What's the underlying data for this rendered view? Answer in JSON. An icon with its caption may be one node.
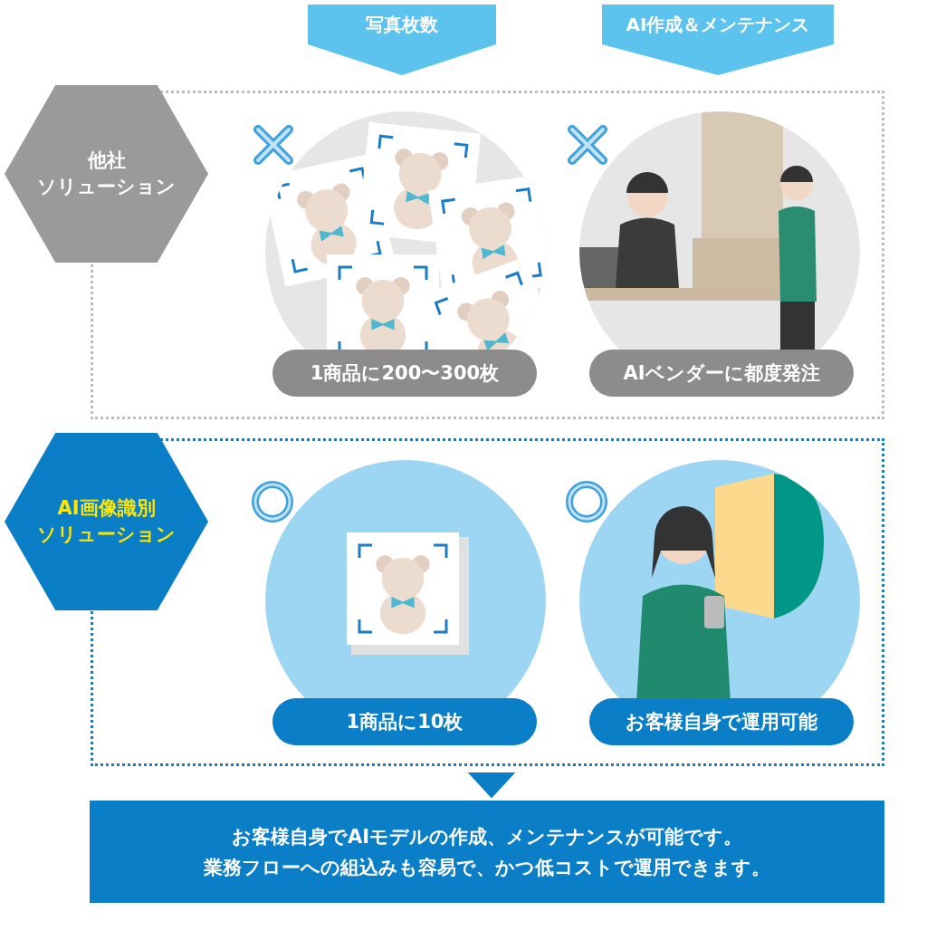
{
  "diagram": {
    "nodes": [
      {
        "text": [
          "写真枚数"
        ]
      },
      {
        "text": [
          "AI作成＆メンテナンス"
        ]
      },
      {
        "text": [],
        "shape": "box"
      },
      {
        "text": [
          "他社",
          "ソリューション"
        ]
      },
      {
        "text": [
          "1商品に200〜300枚"
        ],
        "in": 2
      },
      {
        "text": [
          "AIベンダーに都度発注"
        ],
        "in": 2
      },
      {
        "text": [],
        "shape": "box"
      },
      {
        "text": [
          "AI画像識別",
          "ソリューション"
        ]
      },
      {
        "text": [
          "1商品に**10枚**"
        ],
        "in": 6
      },
      {
        "text": [
          "お客様自身で**運用可能**"
        ],
        "in": 6
      },
      {
        "text": [
          "お客様自身でAIモデルの作成、メンテナンスが可能です。",
          "業務フローへの組込みも容易で、かつ低コストで運用できます。"
        ]
      }
    ],
    "edges": [
      {
        "from": 6,
        "to": 10,
        "arrow": "to"
      }
    ]
  }
}
